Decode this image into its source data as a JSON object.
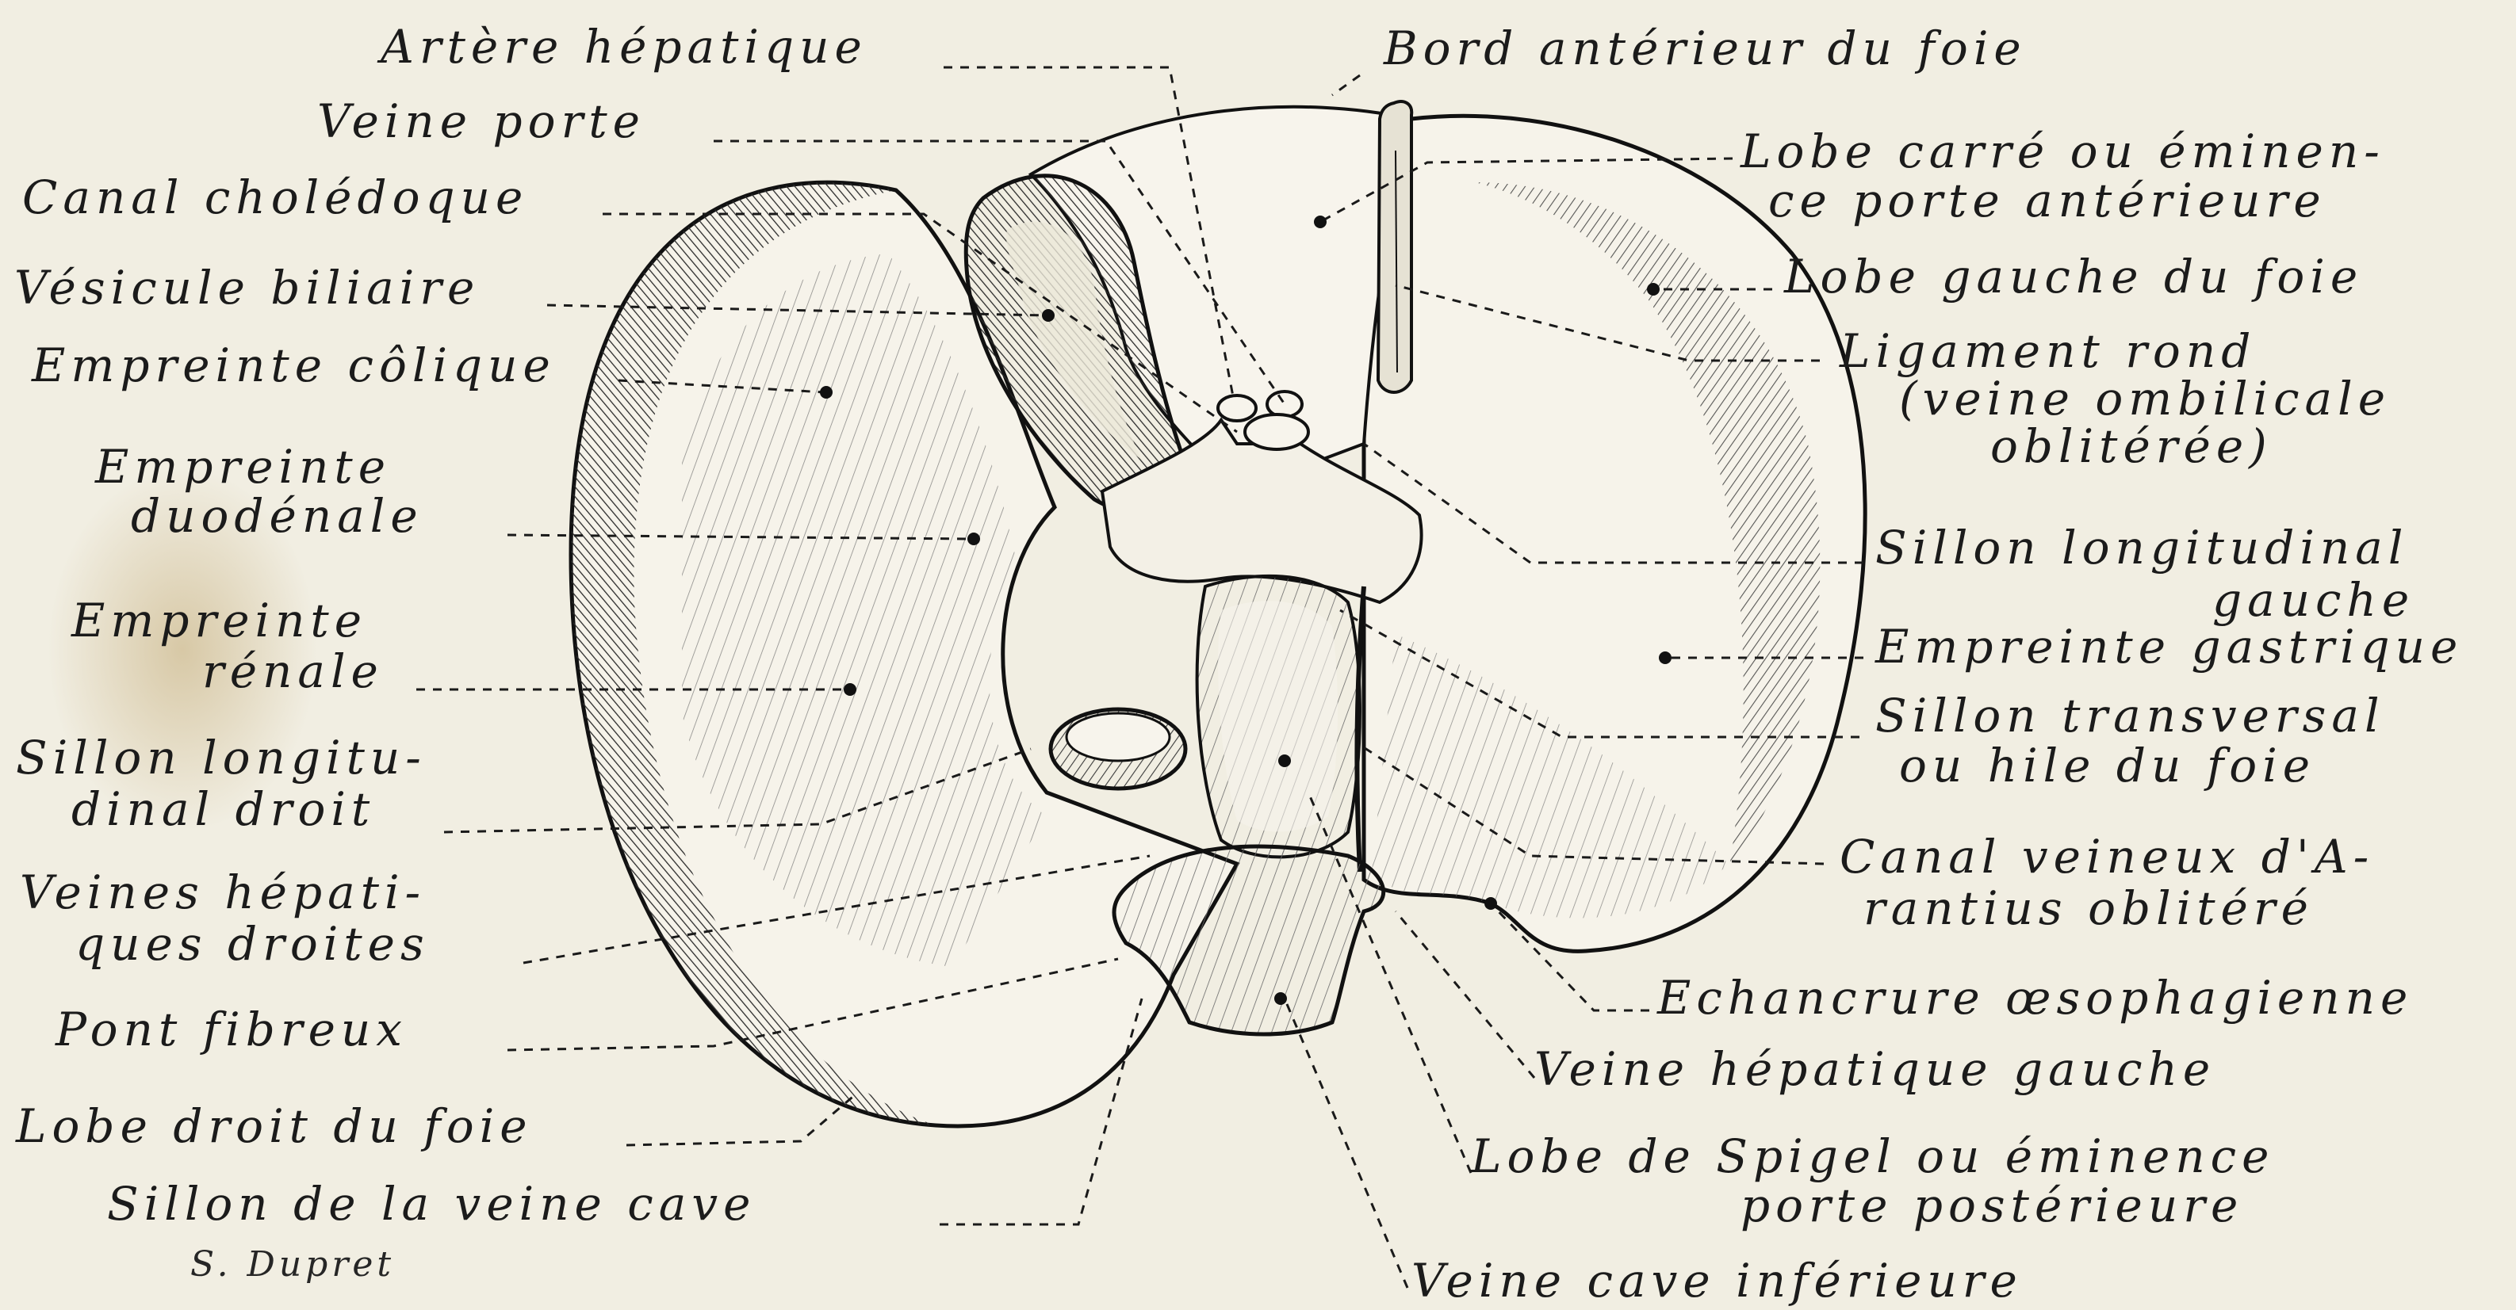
{
  "labels": {
    "artere_hepatique": "Artère hépatique",
    "veine_porte": "Veine porte",
    "canal_choledoque": "Canal cholédoque",
    "vesicule_biliaire": "Vésicule biliaire",
    "empreinte_colique": "Empreinte côlique",
    "empreinte_duodenale_1": "Empreinte",
    "empreinte_duodenale_2": "duodénale",
    "empreinte_renale_1": "Empreinte",
    "empreinte_renale_2": "rénale",
    "sillon_long_droit_1": "Sillon longitu-",
    "sillon_long_droit_2": "dinal droit",
    "veines_hep_droites_1": "Veines hépati-",
    "veines_hep_droites_2": "ques droites",
    "pont_fibreux": "Pont fibreux",
    "lobe_droit": "Lobe droit du foie",
    "sillon_veine_cave": "Sillon de la veine cave",
    "bord_anterieur": "Bord antérieur du foie",
    "lobe_carre_1": "Lobe carré ou éminen-",
    "lobe_carre_2": "ce porte antérieure",
    "lobe_gauche": "Lobe gauche du foie",
    "ligament_rond_1": "Ligament rond",
    "ligament_rond_2": "(veine ombilicale",
    "ligament_rond_3": "oblitérée)",
    "sillon_long_gauche_1": "Sillon longitudinal",
    "sillon_long_gauche_2": "gauche",
    "empreinte_gastrique": "Empreinte gastrique",
    "sillon_transversal_1": "Sillon transversal",
    "sillon_transversal_2": "ou hile du foie",
    "canal_veineux_1": "Canal veineux d'A-",
    "canal_veineux_2": "rantius oblitéré",
    "echancrure": "Echancrure œsophagienne",
    "veine_hep_gauche": "Veine hépatique gauche",
    "lobe_spigel_1": "Lobe de Spigel ou éminence",
    "lobe_spigel_2": "porte postérieure",
    "veine_cave_inf": "Veine cave inférieure"
  },
  "signature": "S. Dupret",
  "colors": {
    "paper": "#f1eee2",
    "ink": "#1b1b1b",
    "shade": "#c9c4b3",
    "stain": "#b89a5c"
  }
}
